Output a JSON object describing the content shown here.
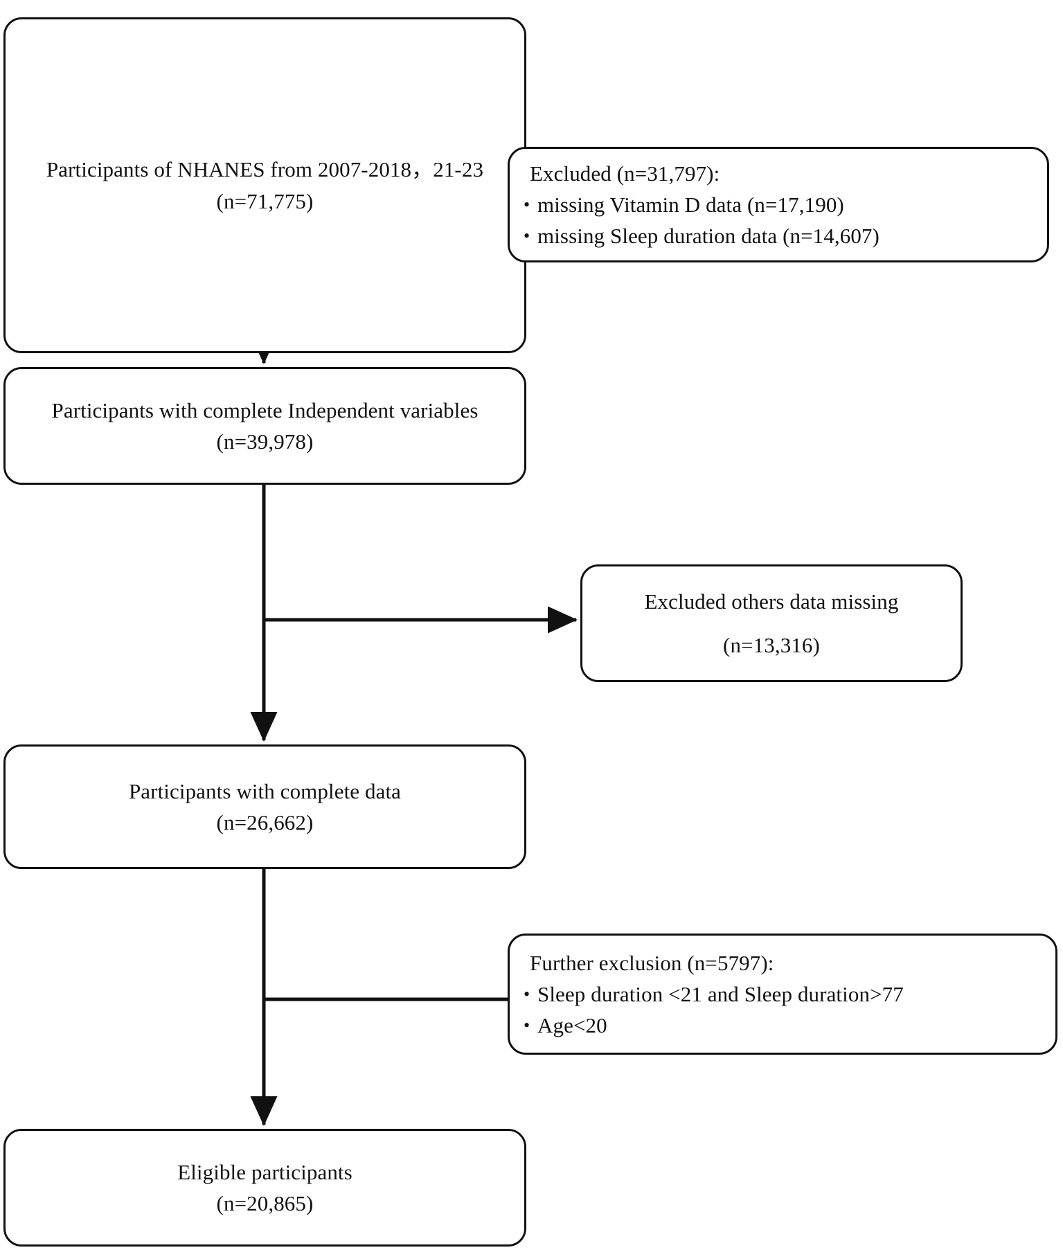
{
  "diagram": {
    "title": "NHANES participant selection flow",
    "stroke_color": "#111111",
    "background_color": "#ffffff",
    "nodes": [
      {
        "id": "source-population",
        "lines": [
          "Participants of NHANES from 2007-2018，21-23",
          "(n=71,775)"
        ]
      },
      {
        "id": "excluded-missing-exposure",
        "lines": [
          "Excluded (n=31,797):",
          "missing Vitamin D data (n=17,190)",
          "missing Sleep duration data (n=14,607)"
        ]
      },
      {
        "id": "complete-independent-variables",
        "lines": [
          "Participants with complete Independent variables",
          "(n=39,978)"
        ]
      },
      {
        "id": "excluded-others-missing",
        "lines": [
          "Excluded others data missing",
          "(n=13,316)"
        ]
      },
      {
        "id": "complete-data",
        "lines": [
          "Participants with complete data",
          "(n=26,662)"
        ]
      },
      {
        "id": "further-exclusion",
        "lines": [
          "Further exclusion (n=5797):",
          "Sleep duration <21 and Sleep duration>77",
          "Age<20"
        ]
      },
      {
        "id": "eligible-participants",
        "lines": [
          "Eligible participants",
          "(n=20,865)"
        ]
      }
    ]
  },
  "chart_data": {
    "type": "diagram",
    "title": "NHANES participant selection flowchart",
    "stages": [
      {
        "label": "Participants of NHANES from 2007-2018，21-23",
        "n": 71775
      },
      {
        "label": "Participants with complete Independent variables",
        "n": 39978
      },
      {
        "label": "Participants with complete data",
        "n": 26662
      },
      {
        "label": "Eligible participants",
        "n": 20865
      }
    ],
    "exclusions": [
      {
        "label": "Excluded",
        "n": 31797,
        "reasons": [
          {
            "label": "missing Vitamin D data",
            "n": 17190
          },
          {
            "label": "missing Sleep duration data",
            "n": 14607
          }
        ]
      },
      {
        "label": "Excluded others data missing",
        "n": 13316,
        "reasons": []
      },
      {
        "label": "Further exclusion",
        "n": 5797,
        "reasons": [
          {
            "label": "Sleep duration <21 and Sleep duration>77",
            "n": null
          },
          {
            "label": "Age<20",
            "n": null
          }
        ]
      }
    ]
  }
}
